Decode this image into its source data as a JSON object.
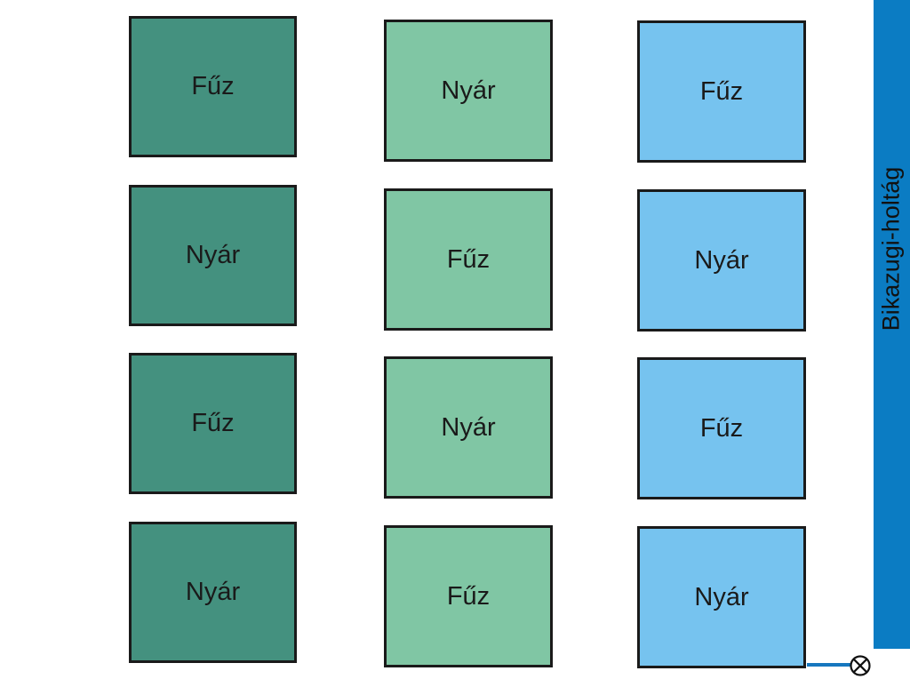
{
  "plots": [
    [
      "Fűz",
      "Nyár",
      "Fűz",
      "Nyár"
    ],
    [
      "Nyár",
      "Fűz",
      "Nyár",
      "Fűz"
    ],
    [
      "Fűz",
      "Nyár",
      "Fűz",
      "Nyár"
    ]
  ],
  "colors": {
    "column_1": "#44917f",
    "column_2": "#80c6a4",
    "column_3": "#76c3ef",
    "river": "#0b7cc3"
  },
  "river": {
    "label": "Bikazugi-holtág"
  },
  "icons": {
    "valve": "valve-circle-x-icon"
  }
}
